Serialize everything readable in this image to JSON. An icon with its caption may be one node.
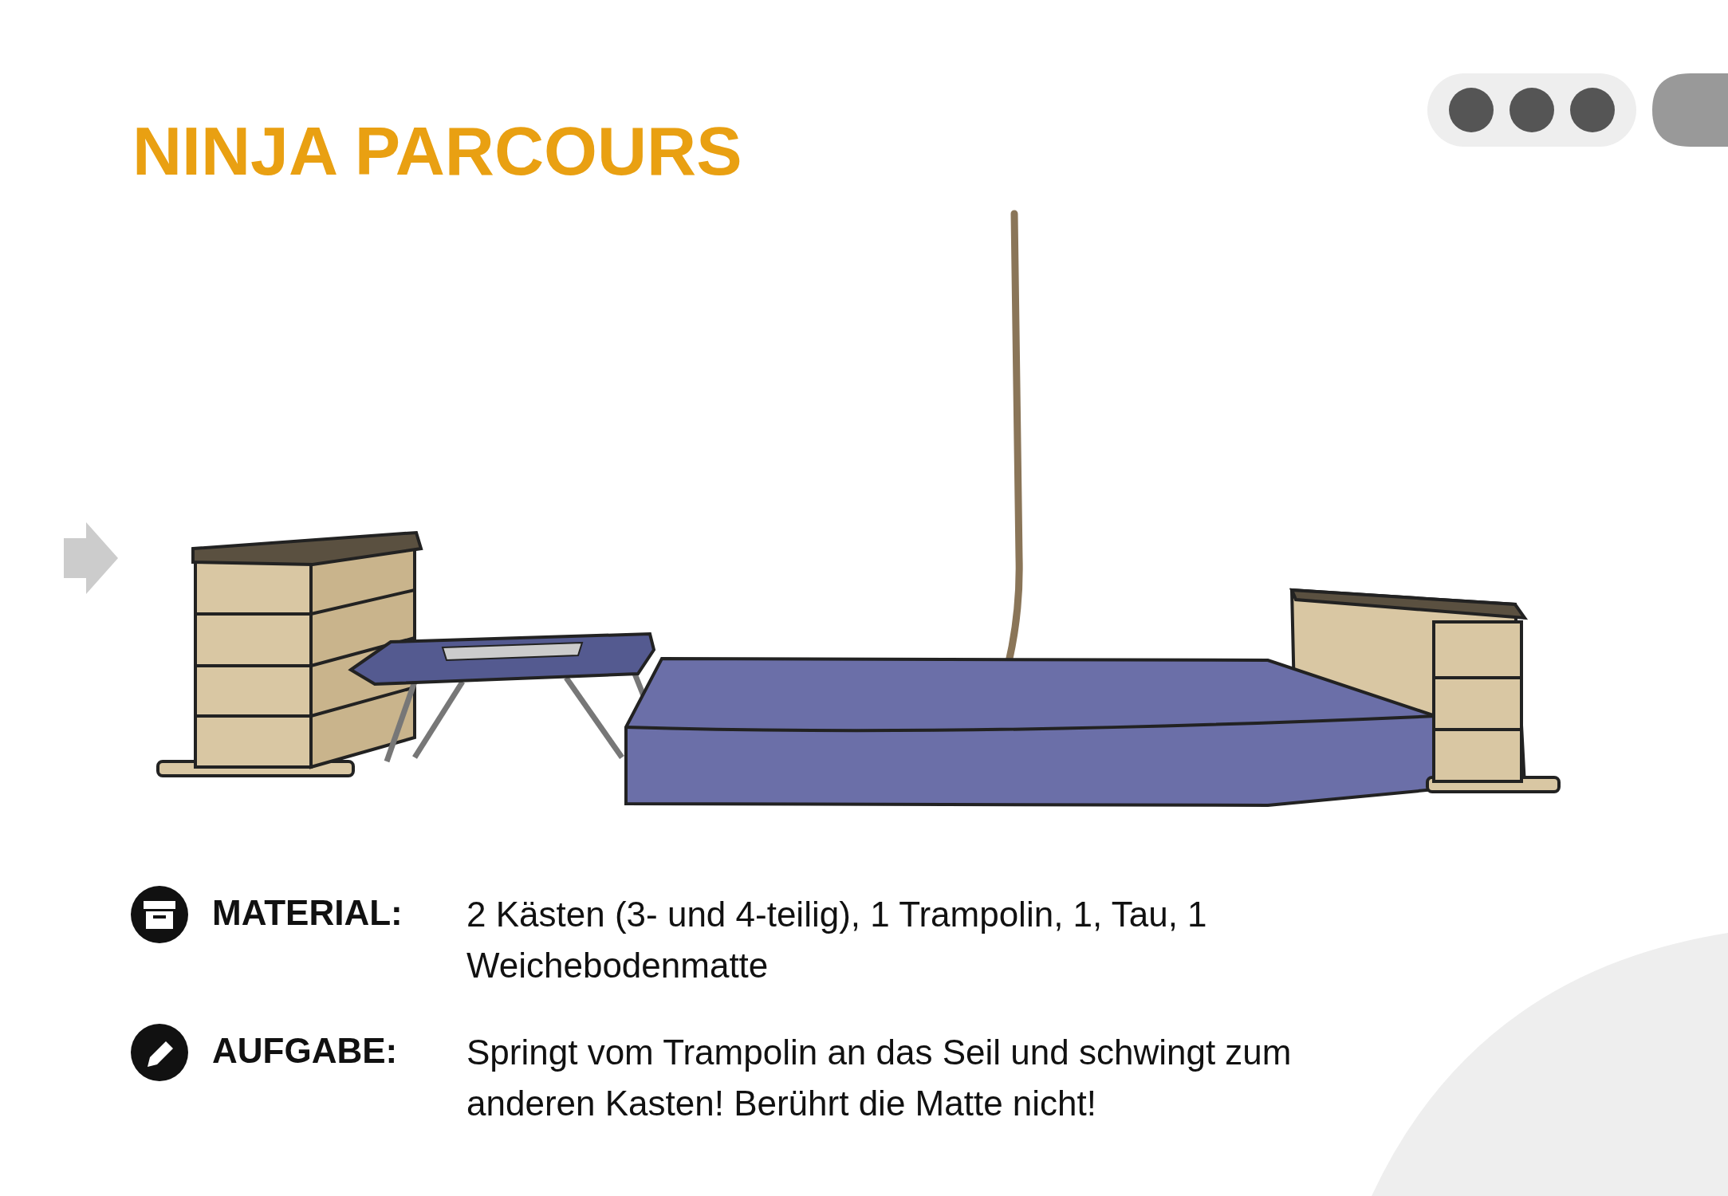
{
  "diagram": {
    "title": "NINJA PARCOURS",
    "labels": [
      "MATERIAL:",
      "2 Kästen (3- und 4-teilig), 1 Trampolin, 1, Tau, 1 Weichebodenmatte",
      "AUFGABE:",
      "Springt vom Trampolin an das Seil und schwingt zum anderen Kasten! Berührt die Matte nicht!"
    ]
  }
}
